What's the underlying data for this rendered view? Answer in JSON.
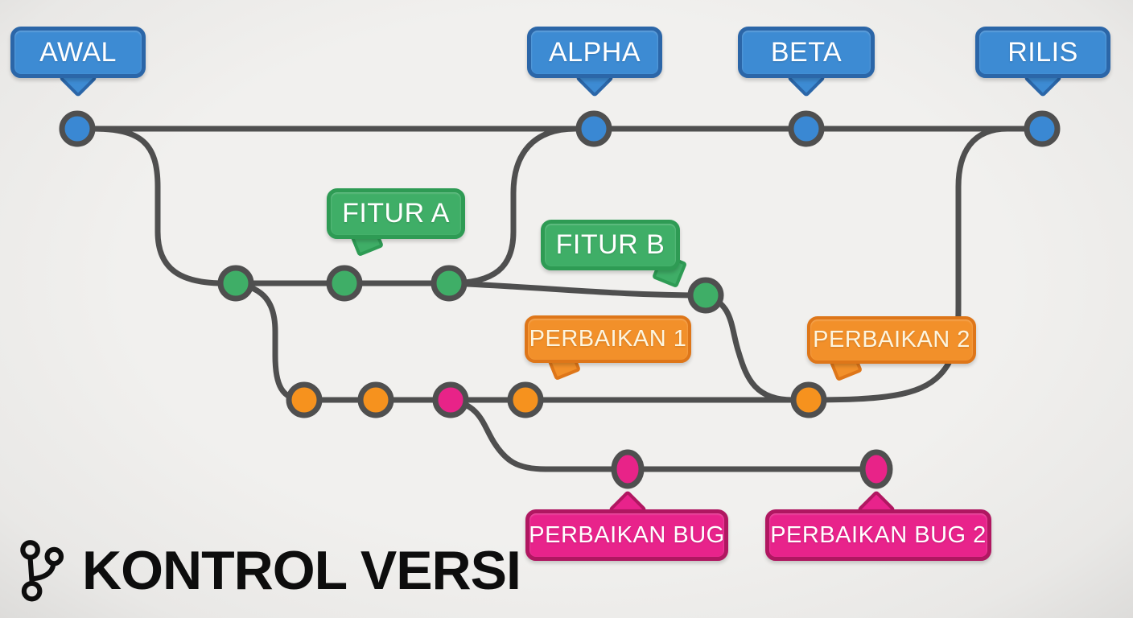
{
  "title": {
    "text": "KONTROL VERSI",
    "icon": "git-branch-icon"
  },
  "diagram": {
    "background": "#efeeec",
    "line_color": "#4f4f4f"
  },
  "branches": {
    "main": {
      "name": "main",
      "color": "#3a88d3",
      "bubble_fill": "#3d8bd3",
      "bubble_border": "#2b66a8",
      "text_color": "#ffffff",
      "labels": {
        "awal": "AWAL",
        "alpha": "ALPHA",
        "beta": "BETA",
        "rilis": "RILIS"
      },
      "commit_count": 4
    },
    "feature": {
      "name": "feature",
      "color": "#3fae67",
      "bubble_fill": "#3fae67",
      "bubble_border": "#2e9b54",
      "text_color": "#ffffff",
      "labels": {
        "fitur_a": "FITUR A",
        "fitur_b": "FITUR B"
      },
      "commit_count": 4
    },
    "fix": {
      "name": "fix",
      "color": "#f6921e",
      "bubble_fill": "#f2902a",
      "bubble_border": "#de7619",
      "text_color": "#fdf5df",
      "labels": {
        "perbaikan_1": "PERBAIKAN 1",
        "perbaikan_2": "PERBAIKAN 2"
      },
      "commit_count": 4
    },
    "bugfix": {
      "name": "bugfix",
      "color": "#e82388",
      "bubble_fill": "#e8238b",
      "bubble_border": "#b01761",
      "text_color": "#ffffff",
      "labels": {
        "perbaikan_bug": "PERBAIKAN BUG",
        "perbaikan_bug_2": "PERBAIKAN BUG 2"
      },
      "commit_count": 3
    }
  }
}
